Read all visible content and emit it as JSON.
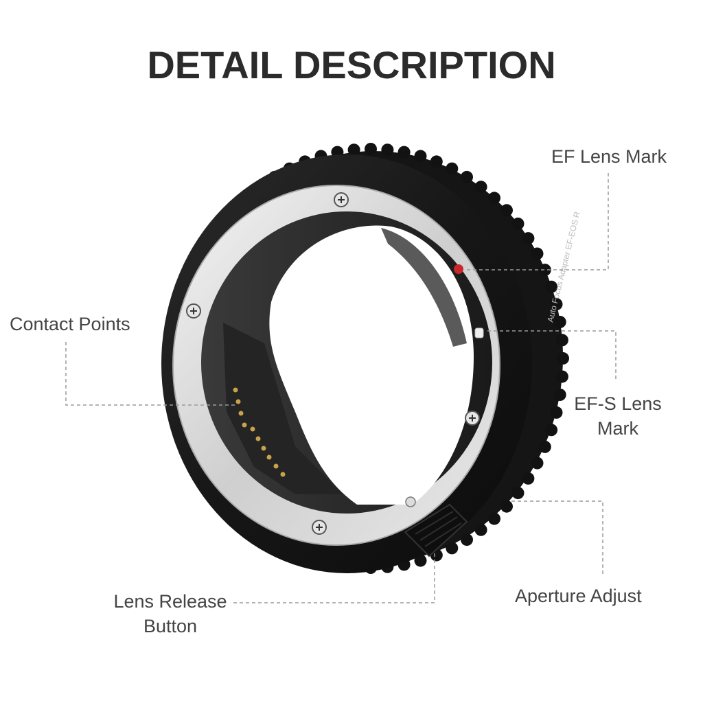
{
  "title": "DETAIL DESCRIPTION",
  "labels": {
    "ef_lens_mark": "EF Lens Mark",
    "contact_points": "Contact Points",
    "efs_lens_mark_line1": "EF-S Lens",
    "efs_lens_mark_line2": "Mark",
    "aperture_adjust": "Aperture Adjust",
    "lens_release_line1": "Lens Release",
    "lens_release_line2": "Button"
  },
  "ring_text": "Auto Focus Adapter  EF-EOS R",
  "colors": {
    "body": "#1c1c1c",
    "silver": "#d9d9d9",
    "red_mark": "#c8282a",
    "white_mark": "#eeeeee",
    "gold_pin": "#c9a24a",
    "leader": "#9a9a9a"
  }
}
